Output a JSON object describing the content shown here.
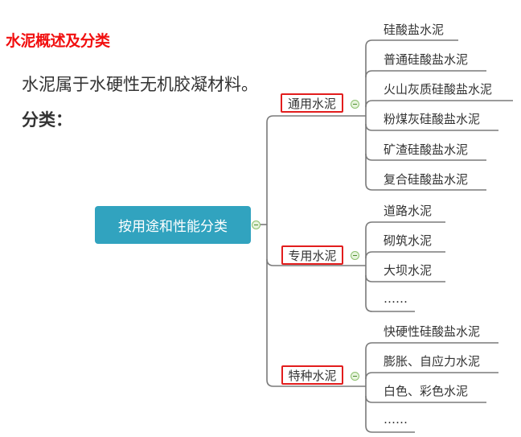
{
  "title": "水泥概述及分类",
  "intro": "水泥属于水硬性无机胶凝材料。",
  "classification_label": "分类：",
  "mindmap": {
    "root": {
      "label": "按用途和性能分类",
      "color": "#31a3bf"
    },
    "branches": [
      {
        "label": "通用水泥",
        "leaves": [
          "硅酸盐水泥",
          "普通硅酸盐水泥",
          "火山灰质硅酸盐水泥",
          "粉煤灰硅酸盐水泥",
          "矿渣硅酸盐水泥",
          "复合硅酸盐水泥"
        ]
      },
      {
        "label": "专用水泥",
        "leaves": [
          "道路水泥",
          "砌筑水泥",
          "大坝水泥",
          "……"
        ]
      },
      {
        "label": "特种水泥",
        "leaves": [
          "快硬性硅酸盐水泥",
          "膨胀、自应力水泥",
          "白色、彩色水泥",
          "……"
        ]
      }
    ],
    "highlight_color": "#e21d1d",
    "title_color": "#f10f0f"
  }
}
